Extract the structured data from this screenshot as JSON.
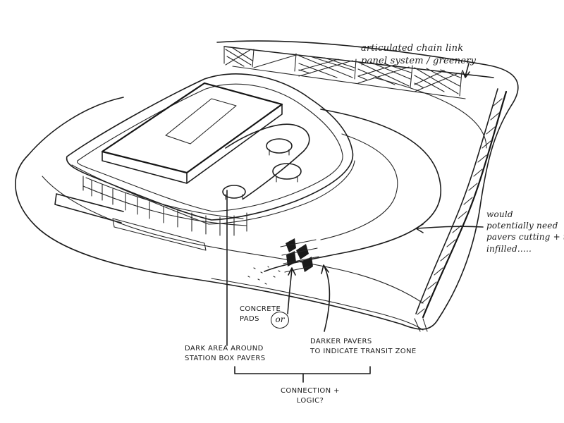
{
  "annotations": {
    "fence_note": "articulated chain link\npanel system / greenery",
    "pavers_note": "would\npotentially need\npavers cutting + then\ninfilled.....",
    "concrete_pads": "Concrete\npads",
    "or": "or",
    "dark_area": "Dark area around\nstation box pavers",
    "darker_pavers": "Darker pavers\nto indicate transit zone",
    "connection": "Connection +\nlogic?"
  }
}
